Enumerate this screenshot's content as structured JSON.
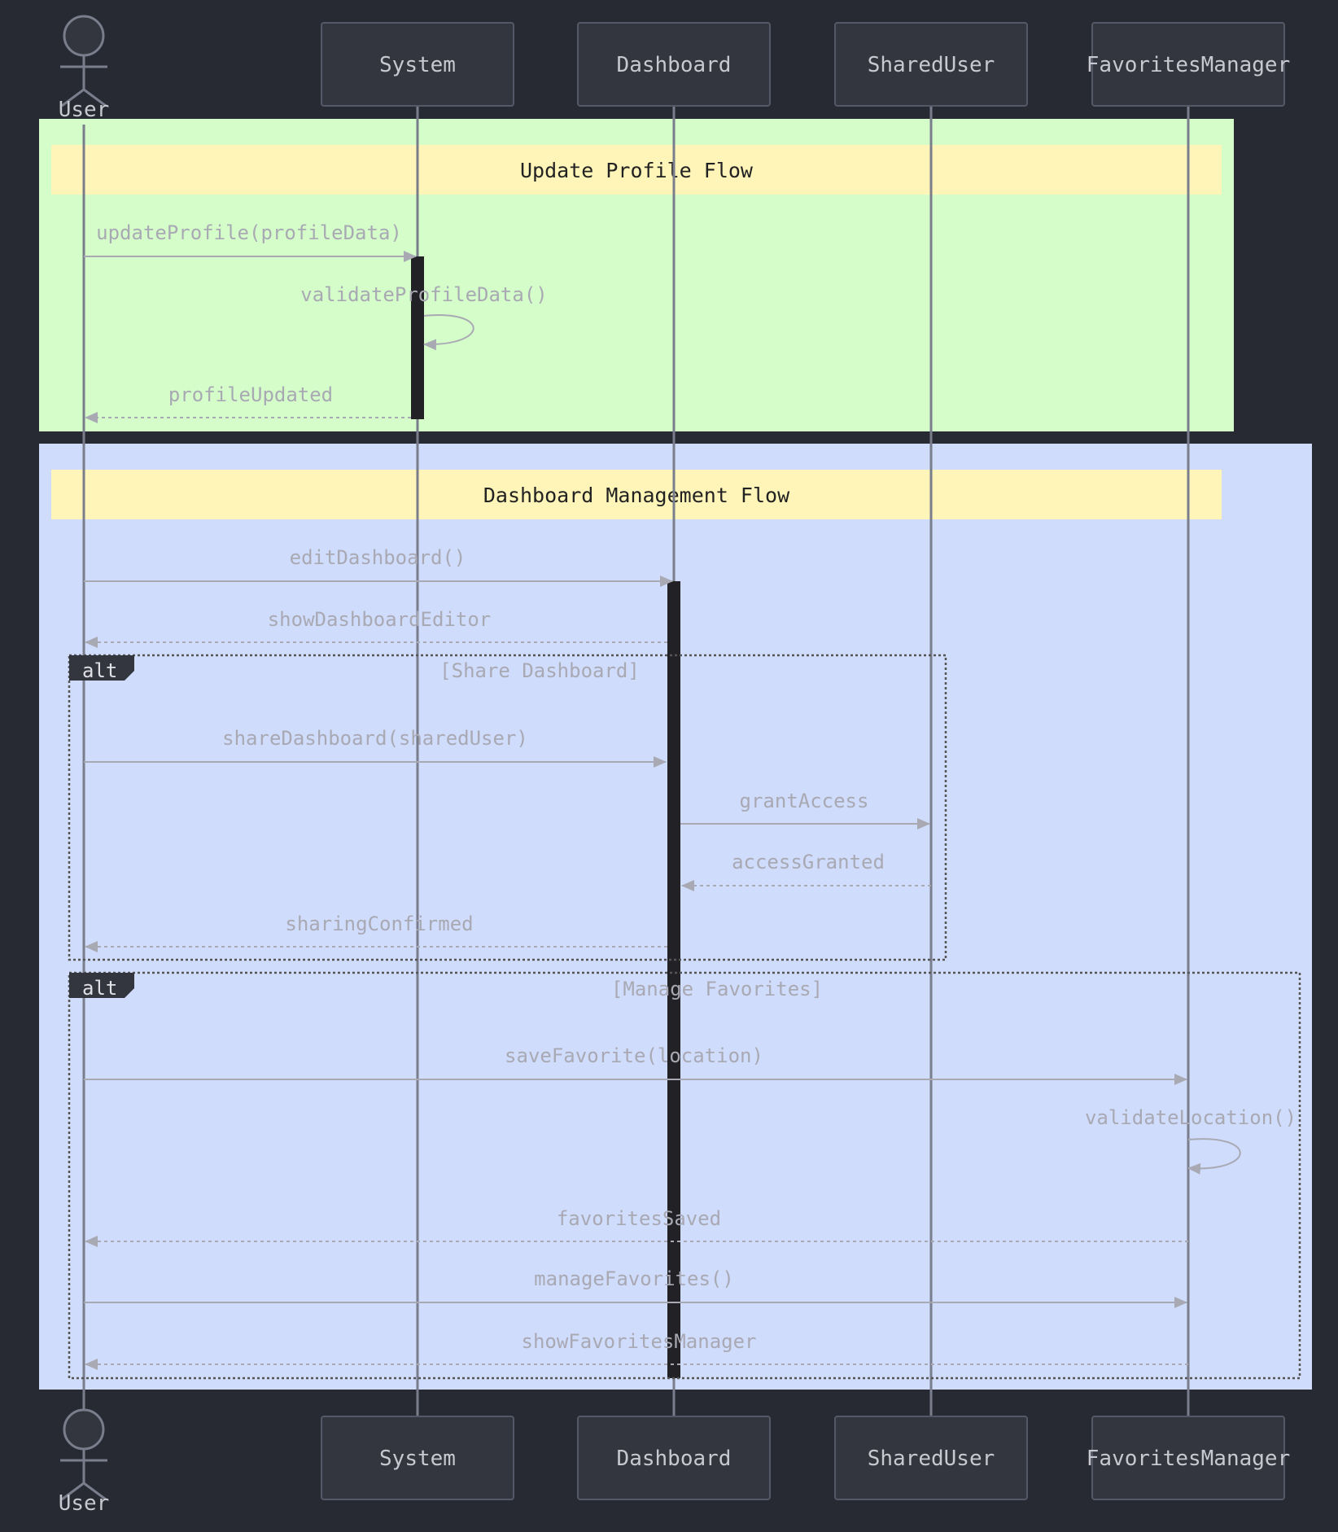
{
  "participants": [
    {
      "id": "user",
      "label": "User",
      "kind": "actor"
    },
    {
      "id": "system",
      "label": "System",
      "kind": "box"
    },
    {
      "id": "dashboard",
      "label": "Dashboard",
      "kind": "box"
    },
    {
      "id": "shareduser",
      "label": "SharedUser",
      "kind": "box"
    },
    {
      "id": "favorites",
      "label": "FavoritesManager",
      "kind": "box"
    }
  ],
  "sections": [
    {
      "id": "update-profile",
      "note": "Update Profile Flow",
      "color": "#d4fdc9"
    },
    {
      "id": "dashboard-management",
      "note": "Dashboard Management Flow",
      "color": "#cfdcfb"
    }
  ],
  "frames": [
    {
      "id": "alt-share",
      "keyword": "alt",
      "condition": "[Share Dashboard]"
    },
    {
      "id": "alt-favorites",
      "keyword": "alt",
      "condition": "[Manage Favorites]"
    }
  ],
  "messages": [
    {
      "from": "user",
      "to": "system",
      "label": "updateProfile(profileData)",
      "style": "solid"
    },
    {
      "from": "system",
      "to": "system",
      "label": "validateProfileData()",
      "style": "solid"
    },
    {
      "from": "system",
      "to": "user",
      "label": "profileUpdated",
      "style": "dashed"
    },
    {
      "from": "user",
      "to": "dashboard",
      "label": "editDashboard()",
      "style": "solid"
    },
    {
      "from": "dashboard",
      "to": "user",
      "label": "showDashboardEditor",
      "style": "dashed"
    },
    {
      "from": "user",
      "to": "dashboard",
      "label": "shareDashboard(sharedUser)",
      "style": "solid"
    },
    {
      "from": "dashboard",
      "to": "shareduser",
      "label": "grantAccess",
      "style": "solid"
    },
    {
      "from": "shareduser",
      "to": "dashboard",
      "label": "accessGranted",
      "style": "dashed"
    },
    {
      "from": "dashboard",
      "to": "user",
      "label": "sharingConfirmed",
      "style": "dashed"
    },
    {
      "from": "user",
      "to": "favorites",
      "label": "saveFavorite(location)",
      "style": "solid"
    },
    {
      "from": "favorites",
      "to": "favorites",
      "label": "validateLocation()",
      "style": "solid"
    },
    {
      "from": "favorites",
      "to": "user",
      "label": "favoritesSaved",
      "style": "dashed"
    },
    {
      "from": "user",
      "to": "favorites",
      "label": "manageFavorites()",
      "style": "solid"
    },
    {
      "from": "favorites",
      "to": "user",
      "label": "showFavoritesManager",
      "style": "dashed"
    }
  ],
  "colors": {
    "background": "#282a33",
    "lifeline": "#7a7d8c",
    "box_fill": "#33363f",
    "box_stroke": "#555866",
    "note_fill": "#fff5b8",
    "arrow": "#a9a9b4",
    "activation": "#222226"
  }
}
